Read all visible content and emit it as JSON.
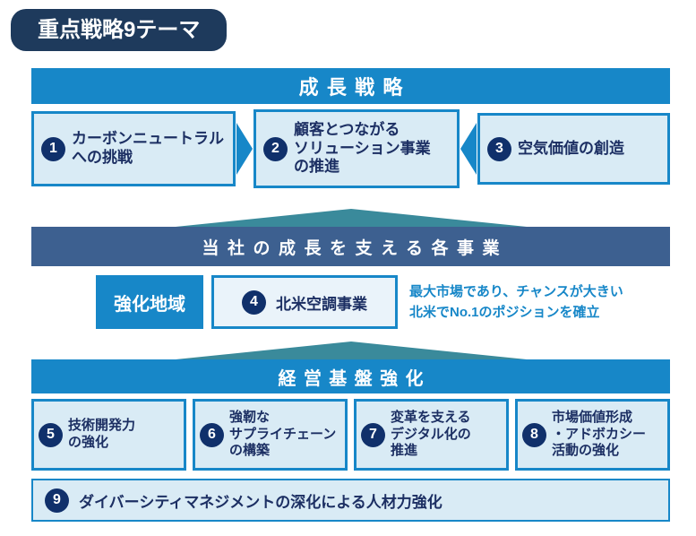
{
  "badge": {
    "label": "重点戦略9テーマ"
  },
  "colors": {
    "badge_navy": "#1e3a5c",
    "accent_blue": "#1787c8",
    "box_fill": "#d9ebf5",
    "business_box_fill": "#eaf3fa",
    "bar_navy": "#3d6090",
    "triangle_teal": "#3a8a9b",
    "circle_navy": "#10306b",
    "text_navy": "#1c2f63"
  },
  "sections": {
    "growth": {
      "title": "成長戦略",
      "items": [
        {
          "num": "1",
          "text": "カーボンニュートラル\nへの挑戦"
        },
        {
          "num": "2",
          "text": "顧客とつながる\nソリューション事業\nの推進"
        },
        {
          "num": "3",
          "text": "空気価値の創造"
        }
      ]
    },
    "business": {
      "title": "当社の成長を支える各事業",
      "region_label": "強化地域",
      "item": {
        "num": "4",
        "label": "北米空調事業"
      },
      "note": "最大市場であり、チャンスが大きい\n北米でNo.1のポジションを確立"
    },
    "foundation": {
      "title": "経営基盤強化",
      "items": [
        {
          "num": "5",
          "text": "技術開発力\nの強化"
        },
        {
          "num": "6",
          "text": "強靭な\nサプライチェーン\nの構築"
        },
        {
          "num": "7",
          "text": "変革を支える\nデジタル化の\n推進"
        },
        {
          "num": "8",
          "text": "市場価値形成\n・アドボカシー\n活動の強化"
        }
      ],
      "wide_item": {
        "num": "9",
        "label": "ダイバーシティマネジメントの深化による人材力強化"
      }
    }
  }
}
